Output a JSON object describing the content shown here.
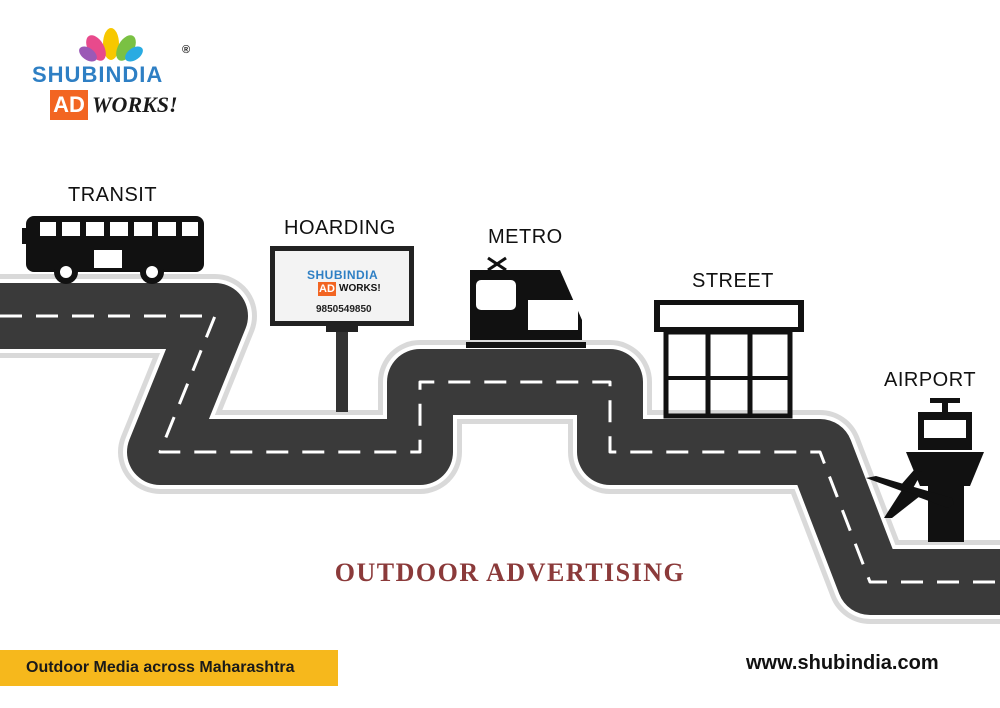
{
  "logo": {
    "brand": "SHUBINDIA",
    "registered": "®",
    "ad": "AD",
    "works": "WORKS!"
  },
  "billboard": {
    "brand": "SHUBINDIA",
    "ad": "AD",
    "works": "WORKS!",
    "phone": "9850549850"
  },
  "categories": {
    "transit": "TRANSIT",
    "hoarding": "HOARDING",
    "metro": "METRO",
    "street": "STREET",
    "airport": "AIRPORT"
  },
  "title": "OUTDOOR ADVERTISING",
  "tagline": "Outdoor Media across Maharashtra",
  "website": "www.shubindia.com",
  "colors": {
    "road": "#3a3a3a",
    "accent": "#f6b81c",
    "title": "#8b3a3a",
    "brand": "#2e7fc4",
    "ad_box": "#f26522"
  }
}
